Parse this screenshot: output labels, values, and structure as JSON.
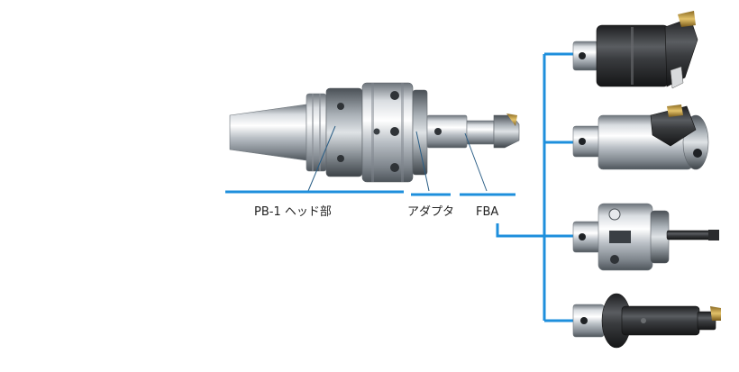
{
  "labels": {
    "head": "PB-1 ヘッド部",
    "adapter": "アダプタ",
    "fba": "FBA"
  },
  "colors": {
    "accent_line": "#1e8fdc",
    "leader_line": "#2a5e86",
    "steel_light": "#e9ecef",
    "steel_mid": "#a9b0b7",
    "steel_dark": "#5d646b",
    "tool_black": "#2b2b2d",
    "insert_gold": "#c9a24a",
    "label_text": "#222222"
  },
  "icons": {
    "main_assembly": "boring-bar-assembly-icon",
    "variant_1": "indexable-boring-head-icon",
    "variant_2": "fine-boring-head-icon",
    "variant_3": "small-dia-boring-head-icon",
    "variant_4": "boring-bar-holder-icon"
  }
}
